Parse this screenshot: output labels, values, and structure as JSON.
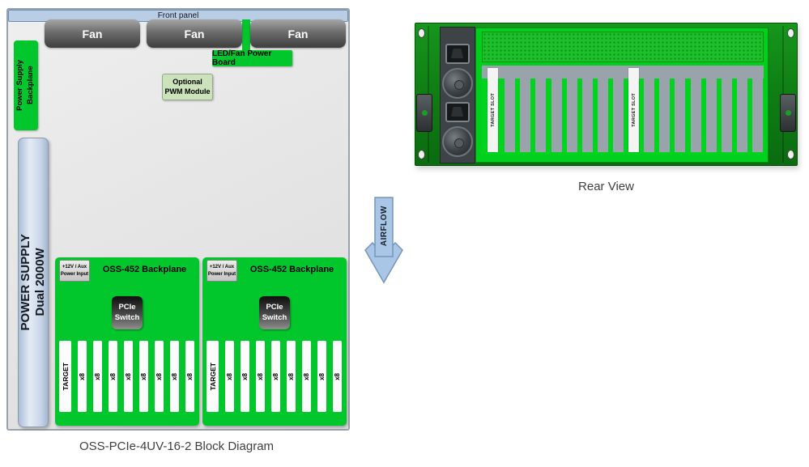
{
  "captions": {
    "block_diagram": "OSS-PCIe-4UV-16-2 Block Diagram",
    "rear_view": "Rear View"
  },
  "diagram": {
    "front_panel_label": "Front panel",
    "fans": [
      {
        "label": "Fan"
      },
      {
        "label": "Fan"
      },
      {
        "label": "Fan"
      }
    ],
    "led_fan_power_board_label": "LED/Fan Power Board",
    "pwm_module": {
      "line1": "Optional",
      "line2": "PWM Module"
    },
    "power_supply_backplane": {
      "line1": "Power Supply",
      "line2": "Backplane"
    },
    "power_supply": {
      "line1": "POWER SUPPLY",
      "line2": "Dual 2000W"
    },
    "airflow_label": "AIRFLOW",
    "backplanes": [
      {
        "title": "OSS-452 Backplane",
        "power_input": {
          "line1": "+12V / Aux",
          "line2": "Power Input"
        },
        "switch": {
          "line1": "PCIe",
          "line2": "Switch"
        },
        "target_slot_label": "TARGET",
        "slot_labels": [
          "x8",
          "x8",
          "x8",
          "x8",
          "x8",
          "x8",
          "x8",
          "x8"
        ]
      },
      {
        "title": "OSS-452 Backplane",
        "power_input": {
          "line1": "+12V / Aux",
          "line2": "Power Input"
        },
        "switch": {
          "line1": "PCIe",
          "line2": "Switch"
        },
        "target_slot_label": "TARGET",
        "slot_labels": [
          "x8",
          "x8",
          "x8",
          "x8",
          "x8",
          "x8",
          "x8",
          "x8"
        ]
      }
    ]
  },
  "rear_view": {
    "target_slot_labels": [
      "TARGET SLOT",
      "TARGET SLOT"
    ],
    "slots_per_group": 8
  },
  "colors": {
    "diagram_green": "#02c72c",
    "rear_panel_green": "#00d41e",
    "front_panel_blue": "#b9cee4",
    "power_supply_blue": "#c9d6e9",
    "airflow_blue": "#a9c6e6",
    "slot_gray": "#9aa2ab",
    "pwm_green": "#cbe2ba"
  }
}
